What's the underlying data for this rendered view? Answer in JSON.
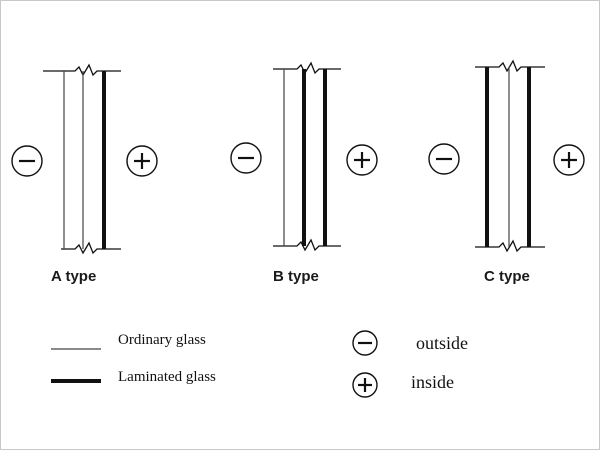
{
  "assemblies": [
    {
      "label": "A type",
      "panes": [
        "ordinary",
        "ordinary",
        "laminated"
      ]
    },
    {
      "label": "B type",
      "panes": [
        "ordinary",
        "laminated",
        "laminated"
      ]
    },
    {
      "label": "C type",
      "panes": [
        "laminated",
        "ordinary",
        "laminated"
      ]
    }
  ],
  "legend": {
    "ordinary_glass": "Ordinary glass",
    "laminated_glass": "Laminated glass",
    "outside": "outside",
    "inside": "inside"
  },
  "colors": {
    "line": "#111111",
    "ordinary": "#444444",
    "border": "#c8c8c8"
  }
}
